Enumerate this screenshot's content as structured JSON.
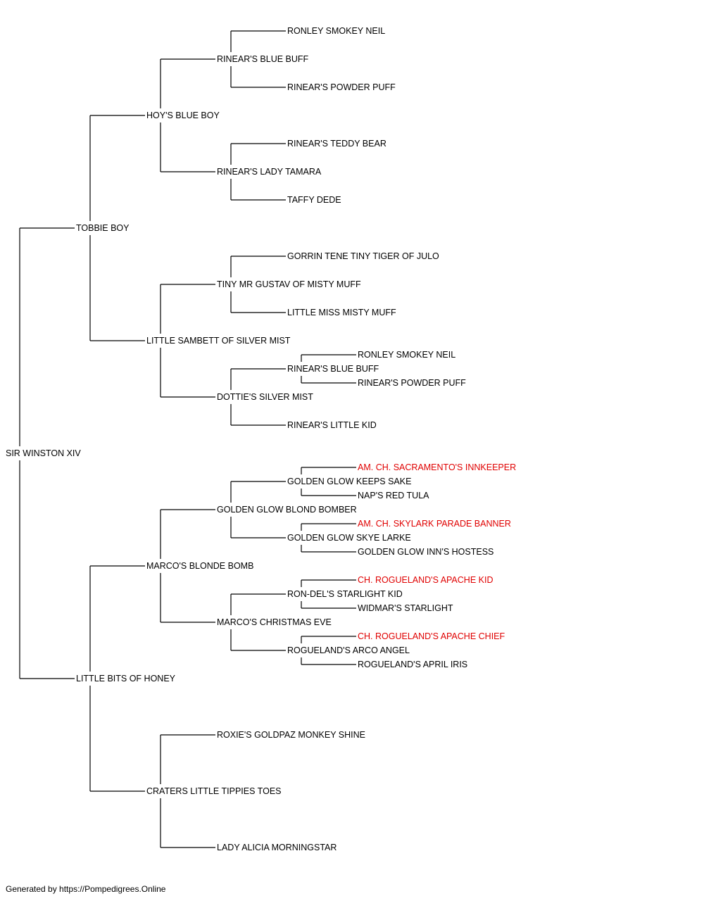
{
  "pedigree": {
    "name": "SIR WINSTON XIV",
    "sire": {
      "name": "TOBBIE BOY",
      "sire": {
        "name": "HOY'S BLUE BOY",
        "sire": {
          "name": "RINEAR'S BLUE BUFF",
          "sire": {
            "name": "RONLEY SMOKEY NEIL"
          },
          "dam": {
            "name": "RINEAR'S POWDER PUFF"
          }
        },
        "dam": {
          "name": "RINEAR'S LADY TAMARA",
          "sire": {
            "name": "RINEAR'S TEDDY BEAR"
          },
          "dam": {
            "name": "TAFFY DEDE"
          }
        }
      },
      "dam": {
        "name": "LITTLE SAMBETT OF SILVER MIST",
        "sire": {
          "name": "TINY MR GUSTAV OF MISTY MUFF",
          "sire": {
            "name": "GORRIN TENE TINY TIGER OF JULO"
          },
          "dam": {
            "name": "LITTLE MISS MISTY MUFF"
          }
        },
        "dam": {
          "name": "DOTTIE'S SILVER MIST",
          "sire": {
            "name": "RINEAR'S BLUE BUFF",
            "sire": {
              "name": "RONLEY SMOKEY NEIL"
            },
            "dam": {
              "name": "RINEAR'S POWDER PUFF"
            }
          },
          "dam": {
            "name": "RINEAR'S LITTLE KID"
          }
        }
      }
    },
    "dam": {
      "name": "LITTLE BITS OF HONEY",
      "sire": {
        "name": "MARCO'S BLONDE BOMB",
        "sire": {
          "name": "GOLDEN GLOW BLOND BOMBER",
          "sire": {
            "name": "GOLDEN GLOW KEEPS SAKE",
            "sire": {
              "name": "AM. CH. SACRAMENTO'S INNKEEPER",
              "champion": true
            },
            "dam": {
              "name": "NAP'S RED TULA"
            }
          },
          "dam": {
            "name": "GOLDEN GLOW SKYE LARKE",
            "sire": {
              "name": "AM. CH. SKYLARK PARADE BANNER",
              "champion": true
            },
            "dam": {
              "name": "GOLDEN GLOW INN'S HOSTESS"
            }
          }
        },
        "dam": {
          "name": "MARCO'S CHRISTMAS EVE",
          "sire": {
            "name": "RON-DEL'S STARLIGHT KID",
            "sire": {
              "name": "CH. ROGUELAND'S APACHE KID",
              "champion": true
            },
            "dam": {
              "name": "WIDMAR'S STARLIGHT"
            }
          },
          "dam": {
            "name": "ROGUELAND'S ARCO ANGEL",
            "sire": {
              "name": "CH. ROGUELAND'S APACHE CHIEF",
              "champion": true
            },
            "dam": {
              "name": "ROGUELAND'S APRIL IRIS"
            }
          }
        }
      },
      "dam": {
        "name": "CRATERS LITTLE TIPPIES TOES",
        "sire": {
          "name": "ROXIE'S GOLDPAZ MONKEY SHINE"
        },
        "dam": {
          "name": "LADY ALICIA MORNINGSTAR"
        }
      }
    }
  },
  "colors": {
    "champion": "#e00000",
    "line": "#000000",
    "text": "#000000"
  },
  "footer": "Generated by https://Pompedigrees.Online"
}
